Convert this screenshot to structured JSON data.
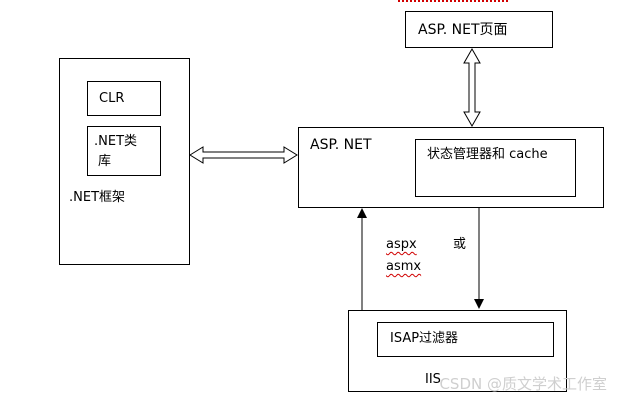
{
  "diagram": {
    "asp_page_label": "ASP. NET页面",
    "aspnet_label": "ASP. NET",
    "state_manager_label": "状态管理器和 cache",
    "framework_label": ".NET框架",
    "clr_label": "CLR",
    "class_lib_label_line1": ".NET类",
    "class_lib_label_line2": "库",
    "aspx_label": "aspx",
    "or_label": "或",
    "asmx_label": "asmx",
    "isapi_filter_label": "ISAP过滤器",
    "iis_label": "IIS"
  },
  "watermark": "CSDN @质文学术工作室"
}
